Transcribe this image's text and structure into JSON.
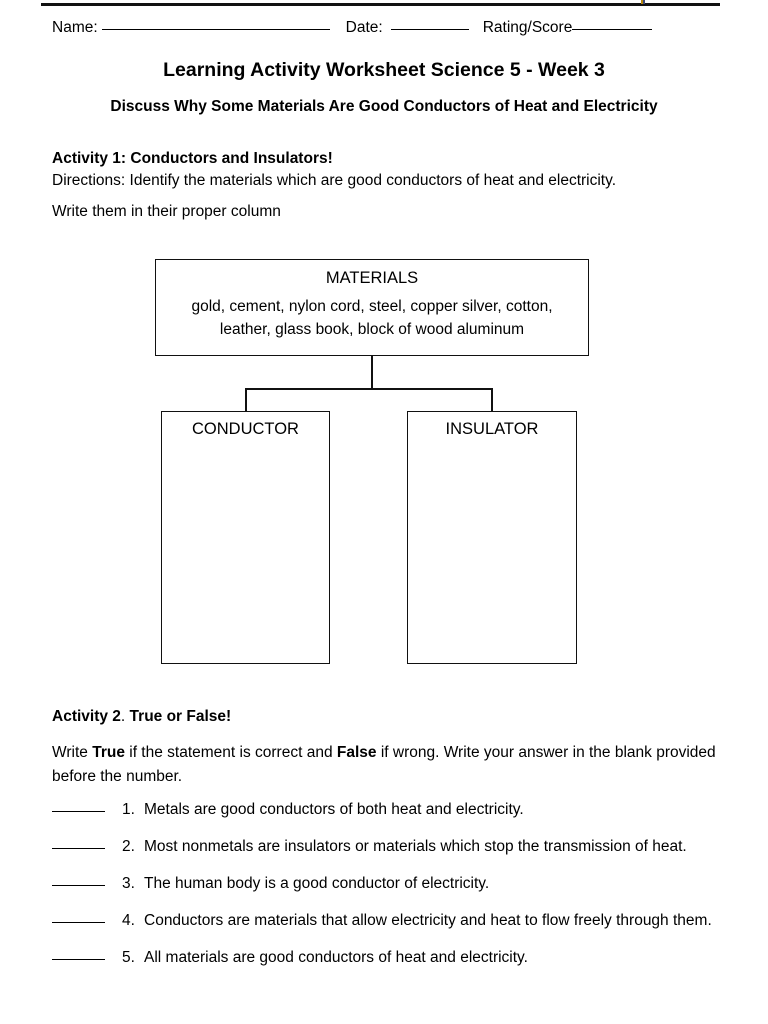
{
  "header": {
    "name_label": "Name:",
    "date_label": "Date:",
    "rating_label": "Rating/Score"
  },
  "titles": {
    "main": "Learning Activity Worksheet Science 5 - Week 3",
    "sub": "Discuss Why Some Materials Are Good Conductors of Heat and Electricity"
  },
  "activity1": {
    "heading": "Activity 1: Conductors and Insulators!",
    "directions": "Directions: Identify the materials which are good conductors of heat and electricity.",
    "instruction": "Write them in their proper column",
    "diagram": {
      "materials_title": "MATERIALS",
      "materials_list": "gold, cement, nylon cord, steel, copper silver, cotton, leather, glass book, block of wood aluminum",
      "conductor_title": "CONDUCTOR",
      "insulator_title": "INSULATOR"
    }
  },
  "activity2": {
    "heading_bold_1": "Activity 2",
    "heading_plain": ". ",
    "heading_bold_2": "True or False!",
    "directions_part1": "Write ",
    "directions_true": "True",
    "directions_part2": " if the statement is correct and ",
    "directions_false": "False",
    "directions_part3": " if wrong. Write your answer in the blank provided before the number.",
    "items": [
      {
        "number": "1.",
        "text": "Metals are good conductors of both heat and electricity."
      },
      {
        "number": "2.",
        "text": "Most nonmetals are insulators or materials which stop the transmission of heat."
      },
      {
        "number": "3.",
        "text": "The human body is a good conductor of electricity."
      },
      {
        "number": "4.",
        "text": "Conductors are materials that allow electricity and heat to flow freely through them."
      },
      {
        "number": "5.",
        "text": "All materials are good conductors of heat and electricity."
      }
    ]
  },
  "colors": {
    "ink": "#000000",
    "rule": "#111111",
    "paper": "#ffffff"
  }
}
